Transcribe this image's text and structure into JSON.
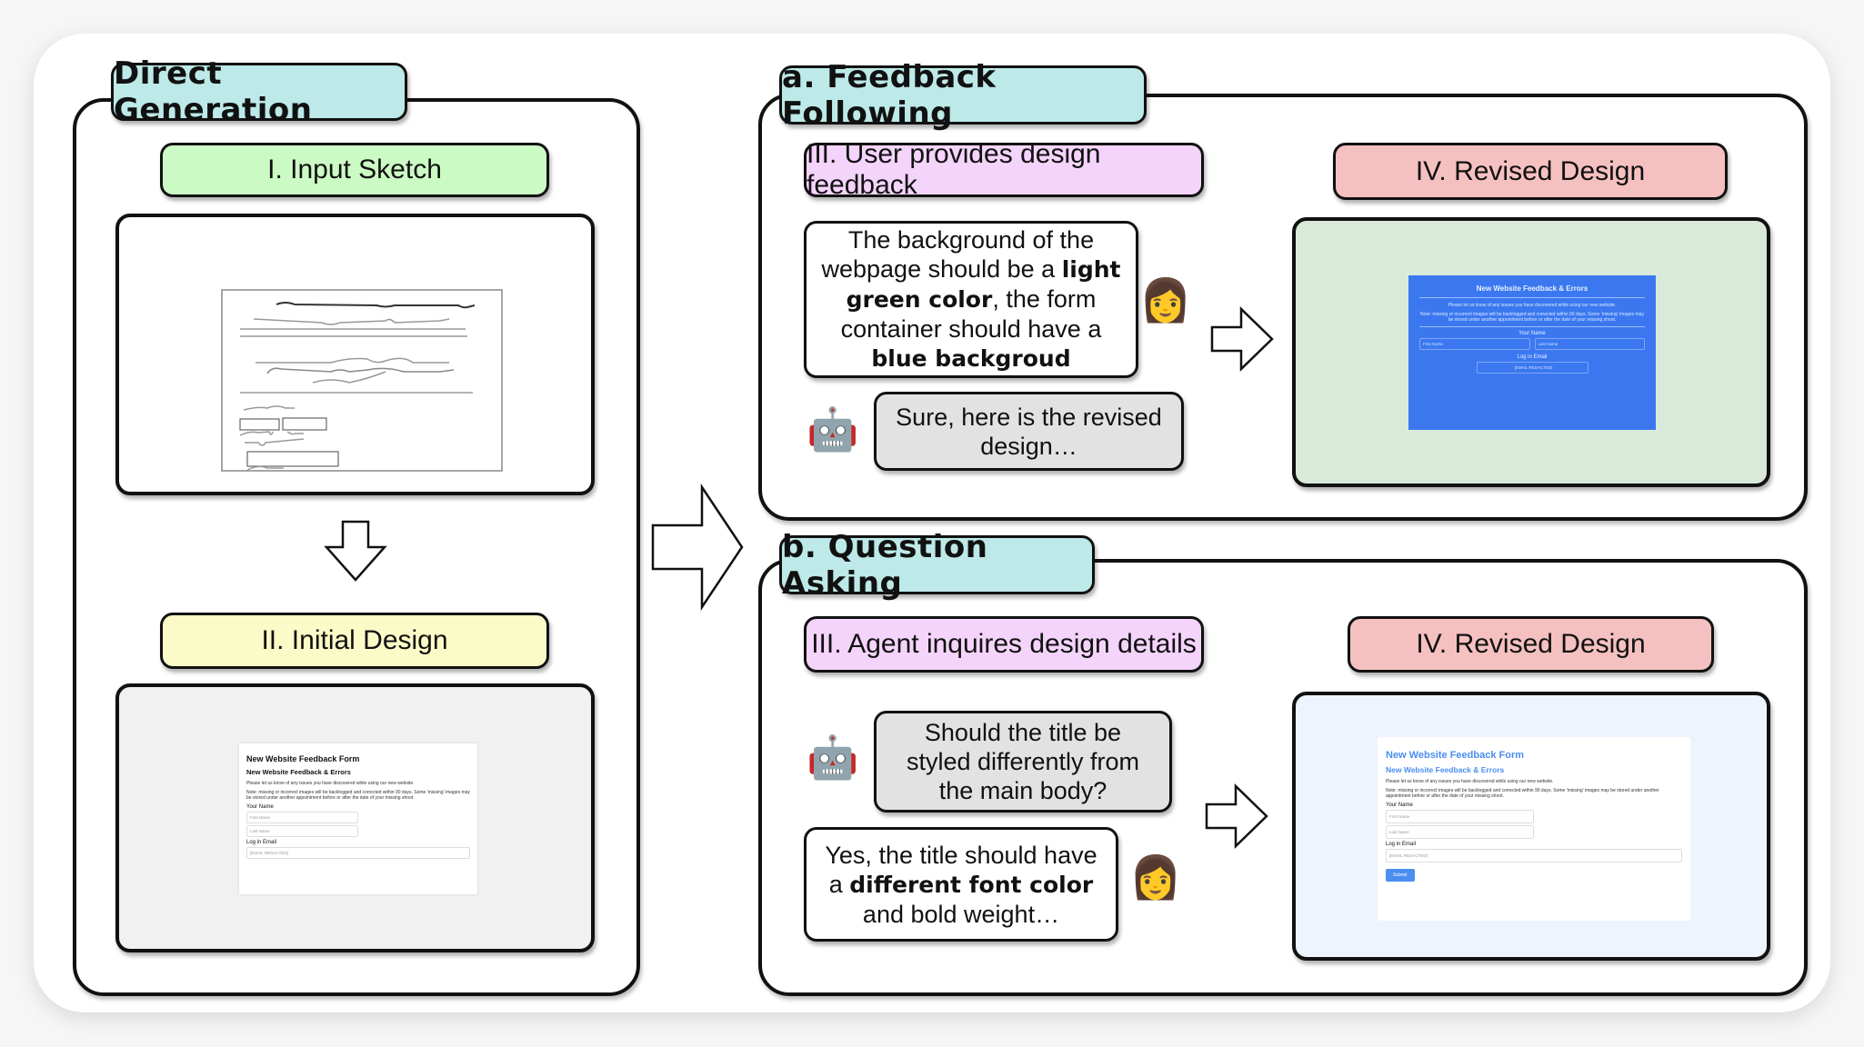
{
  "left": {
    "title": "Direct Generation",
    "step1_label": "I. Input Sketch",
    "step2_label": "II. Initial Design",
    "initial_design": {
      "title": "New Website Feedback Form",
      "subtitle": "New Website Feedback & Errors",
      "intro": "Please let us know of any issues you have discovered while using our new website.",
      "note": "Note: missing or incorrect images will be backlogged and corrected within 90 days. Some 'missing' images may be stored under another appointment before or after the date of your missing shoot.",
      "name_label": "Your Name",
      "first_placeholder": "First Name",
      "last_placeholder": "Last Name",
      "email_label": "Log in Email",
      "email_placeholder": "[EMAIL REDACTED]"
    }
  },
  "panel_a": {
    "title": "a. Feedback Following",
    "step3_label": "III. User provides design feedback",
    "step4_label": "IV. Revised Design",
    "user_message": {
      "parts": [
        {
          "text": "The background of the webpage should be a ",
          "bold": false
        },
        {
          "text": "light green color",
          "bold": true
        },
        {
          "text": ", the form container should have a ",
          "bold": false
        },
        {
          "text": "blue backgroud",
          "bold": true
        }
      ]
    },
    "agent_message": "Sure, here is the revised design…",
    "user_icon": "woman-emoji",
    "agent_icon": "robot-emoji",
    "revised_design": {
      "page_bg": "#d9eadb",
      "container_bg": "#3b78f0",
      "subtitle": "New Website Feedback & Errors",
      "intro": "Please let us know of any issues you have discovered while using our new website.",
      "note": "Note: missing or incorrect images will be backlogged and corrected within 90 days. Some 'missing' images may be stored under another appointment before or after the date of your missing shoot.",
      "name_label": "Your Name",
      "first_placeholder": "First Name",
      "last_placeholder": "Last Name",
      "email_label": "Log in Email",
      "email_placeholder": "[EMAIL REDACTED]"
    }
  },
  "panel_b": {
    "title": "b. Question Asking",
    "step3_label": "III. Agent inquires design details",
    "step4_label": "IV. Revised Design",
    "agent_message": "Should the title be styled differently from the main body?",
    "user_message": {
      "parts": [
        {
          "text": "Yes, the title should have a ",
          "bold": false
        },
        {
          "text": "different font color",
          "bold": true
        },
        {
          "text": " and bold weight…",
          "bold": false
        }
      ]
    },
    "revised_design": {
      "page_bg": "#eef4fd",
      "title_color": "#4a8ef0",
      "title": "New Website Feedback Form",
      "subtitle": "New Website Feedback & Errors",
      "intro": "Please let us know of any issues you have discovered while using our new website.",
      "note": "Note: missing or incorrect images will be backlogged and corrected within 90 days. Some 'missing' images may be stored under another appointment before or after the date of your missing shoot.",
      "name_label": "Your Name",
      "first_placeholder": "First Name",
      "last_placeholder": "Last Name",
      "email_label": "Log in Email",
      "email_placeholder": "[EMAIL REDACTED]",
      "submit_label": "Submit"
    }
  },
  "emoji": {
    "woman": "👩",
    "robot": "🤖"
  }
}
